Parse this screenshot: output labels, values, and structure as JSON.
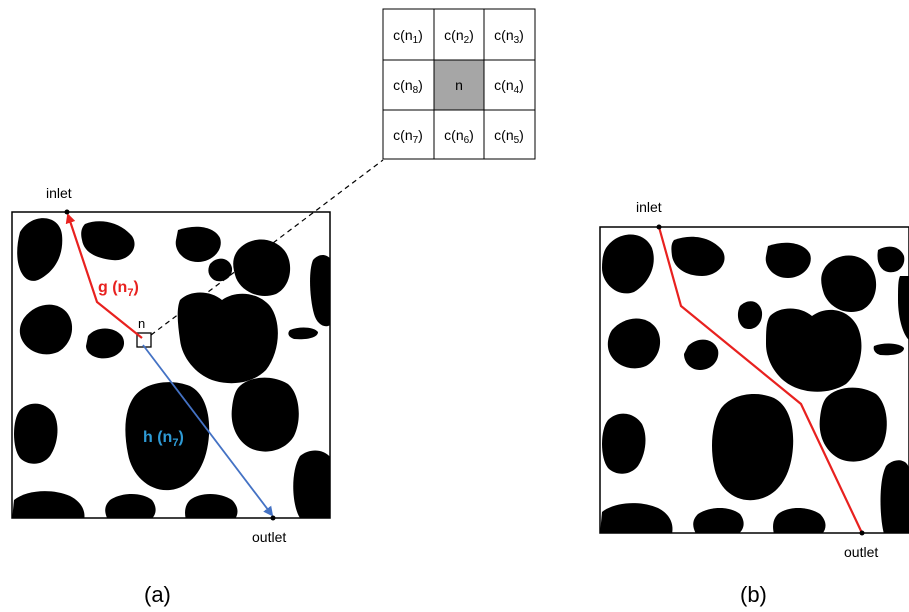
{
  "grid": {
    "cells": [
      [
        "c(n",
        "1",
        ")"
      ],
      [
        "c(n",
        "2",
        ")"
      ],
      [
        "c(n",
        "3",
        ")"
      ],
      [
        "c(n",
        "8",
        ")"
      ],
      [
        "n",
        "",
        ""
      ],
      [
        "c(n",
        "4",
        ")"
      ],
      [
        "c(n",
        "7",
        ")"
      ],
      [
        "c(n",
        "6",
        ")"
      ],
      [
        "c(n",
        "5",
        ")"
      ]
    ],
    "center_fill": "#a6a6a6"
  },
  "panel_a": {
    "inlet": "inlet",
    "outlet": "outlet",
    "node": "n",
    "g_label": "g (n",
    "g_sub": "7",
    "g_close": ")",
    "h_label": "h (n",
    "h_sub": "7",
    "h_close": ")",
    "caption": "(a)",
    "g_color": "#e8211f",
    "h_color": "#4472c4"
  },
  "panel_b": {
    "inlet": "inlet",
    "outlet": "outlet",
    "caption": "(b)",
    "path_color": "#e8211f"
  }
}
